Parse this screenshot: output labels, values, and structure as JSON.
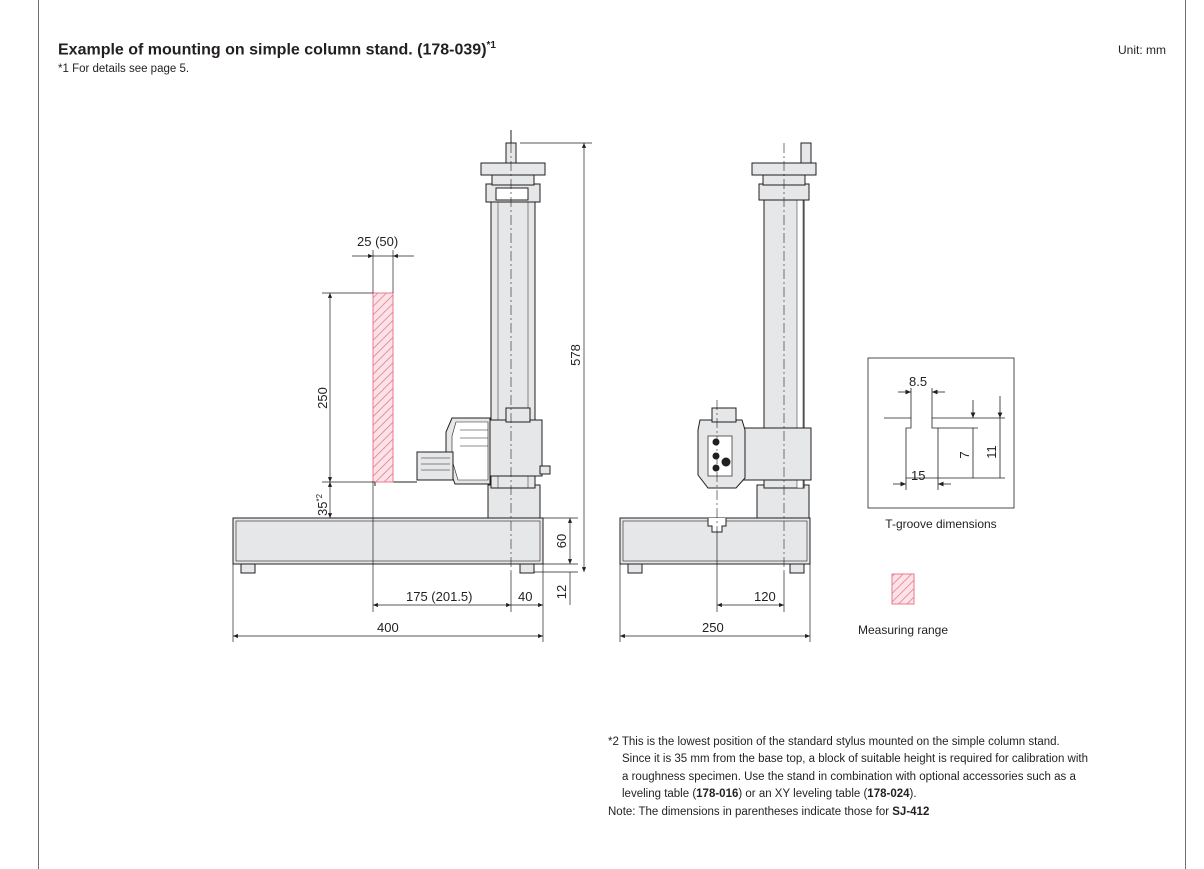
{
  "header": {
    "title": "Example of mounting on simple column stand. (178-039)",
    "title_sup": "*1",
    "unit": "Unit: mm",
    "footnote1": "*1 For details see page 5."
  },
  "dimensions": {
    "d25": "25 (50)",
    "d250": "250",
    "d35": "35",
    "d35_sup": "*2",
    "d578": "578",
    "d60": "60",
    "d12": "12",
    "d175": "175 (201.5)",
    "d40": "40",
    "d400": "400",
    "d120": "120",
    "d250b": "250"
  },
  "tgroove": {
    "d85": "8.5",
    "d15": "15",
    "d7": "7",
    "d11": "11",
    "caption": "T-groove dimensions"
  },
  "legend": {
    "measuring_range": "Measuring range"
  },
  "notes": {
    "n2_l1": "*2 This is the lowest position of the standard stylus mounted on the simple column stand.",
    "n2_l2": "Since it is 35 mm from the base top, a block of suitable height is required for calibration with",
    "n2_l3": "a roughness specimen. Use the stand in combination with optional accessories such as a",
    "n2_l4_a": "leveling table (",
    "n2_l4_b": "178-016",
    "n2_l4_c": ") or an XY leveling table (",
    "n2_l4_d": "178-024",
    "n2_l4_e": ").",
    "note_a": "Note: The dimensions in parentheses indicate those for ",
    "note_b": "SJ-412"
  },
  "colors": {
    "line": "#231f20",
    "fill": "#e6e7e8",
    "hatch": "#e8798f"
  }
}
